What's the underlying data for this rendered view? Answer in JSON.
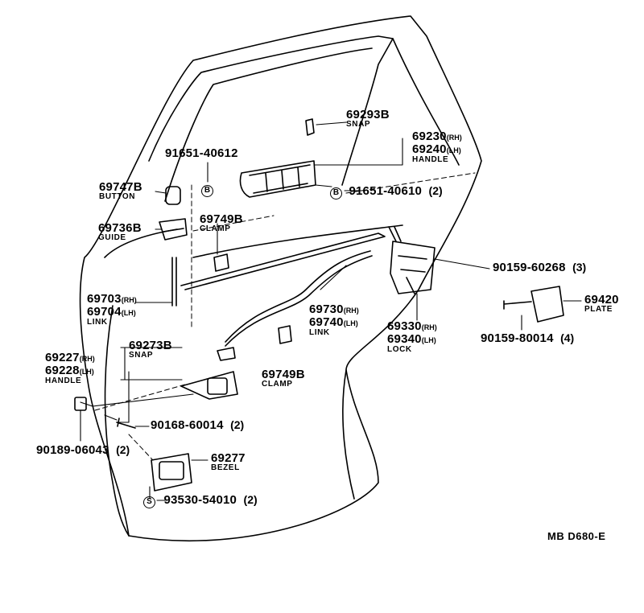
{
  "diagram": {
    "reference_code": "MB D680-E",
    "parts": {
      "snap_top": {
        "number": "69293B",
        "name": "SNAP"
      },
      "handle_outer": {
        "number_rh": "69230",
        "suffix_rh": "(RH)",
        "number_lh": "69240",
        "suffix_lh": "(LH)",
        "name": "HANDLE"
      },
      "screw_b_left": {
        "number": "91651-40612"
      },
      "screw_b_right": {
        "number": "91651-40610",
        "qty": "(2)"
      },
      "button": {
        "number": "69747B",
        "name": "BUTTON"
      },
      "guide": {
        "number": "69736B",
        "name": "GUIDE"
      },
      "clamp_upper": {
        "number": "69749B",
        "name": "CLAMP"
      },
      "link_left": {
        "number_rh": "69703",
        "suffix_rh": "(RH)",
        "number_lh": "69704",
        "suffix_lh": "(LH)",
        "name": "LINK"
      },
      "link_center": {
        "number_rh": "69730",
        "suffix_rh": "(RH)",
        "number_lh": "69740",
        "suffix_lh": "(LH)",
        "name": "LINK"
      },
      "lock_screw": {
        "number": "90159-60268",
        "qty": "(3)"
      },
      "plate": {
        "number": "69420",
        "name": "PLATE"
      },
      "plate_screw": {
        "number": "90159-80014",
        "qty": "(4)"
      },
      "lock": {
        "number_rh": "69330",
        "suffix_rh": "(RH)",
        "number_lh": "69340",
        "suffix_lh": "(LH)",
        "name": "LOCK"
      },
      "snap_lower": {
        "number": "69273B",
        "name": "SNAP"
      },
      "handle_inner": {
        "number_rh": "69227",
        "suffix_rh": "(RH)",
        "number_lh": "69228",
        "suffix_lh": "(LH)",
        "name": "HANDLE"
      },
      "clamp_lower": {
        "number": "69749B",
        "name": "CLAMP"
      },
      "screw_inner": {
        "number": "90168-60014",
        "qty": "(2)"
      },
      "clip": {
        "number": "90189-06043",
        "qty": "(2)"
      },
      "bezel": {
        "number": "69277",
        "name": "BEZEL"
      },
      "screw_s": {
        "number": "93530-54010",
        "qty": "(2)"
      }
    },
    "markers": {
      "b": "B",
      "s": "S"
    }
  }
}
